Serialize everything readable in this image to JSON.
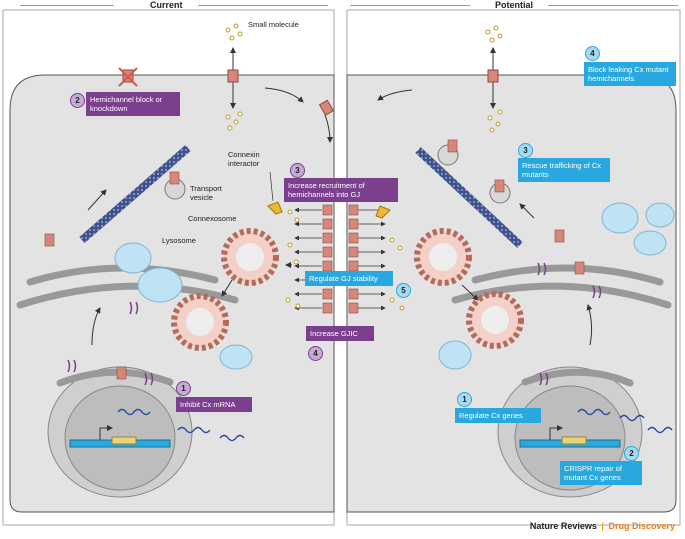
{
  "panels": {
    "left_title": "Current",
    "right_title": "Potential"
  },
  "labels": {
    "small_molecule": "Small molecule",
    "connexin_interactor": "Connexin interactor",
    "transport_vesicle": "Transport vesicle",
    "connexosome": "Connexosome",
    "lysosome": "Lysosome"
  },
  "current_steps": [
    {
      "num": "1",
      "text": "Inhibit Cx mRNA"
    },
    {
      "num": "2",
      "text": "Hemichannel block or knockdown"
    },
    {
      "num": "3",
      "text": "Increase recruitment of hemichannels into GJ"
    },
    {
      "num": "4",
      "text": "Increase GJIC"
    }
  ],
  "potential_steps": [
    {
      "num": "1",
      "text": "Regulate Cx genes"
    },
    {
      "num": "2",
      "text": "CRISPR repair of mutant Cx genes"
    },
    {
      "num": "3",
      "text": "Rescue trafficking of Cx mutants"
    },
    {
      "num": "4",
      "text": "Block leaking Cx mutant hemichannels"
    },
    {
      "num": "5",
      "text": "Regulate GJ stability"
    }
  ],
  "credit": {
    "journal": "Nature Reviews",
    "separator": "|",
    "section": "Drug Discovery"
  },
  "colors": {
    "purple": "#7b3f8e",
    "blue": "#29a8df",
    "cell": "#e3e3e3",
    "connexin": "#d9867a"
  }
}
